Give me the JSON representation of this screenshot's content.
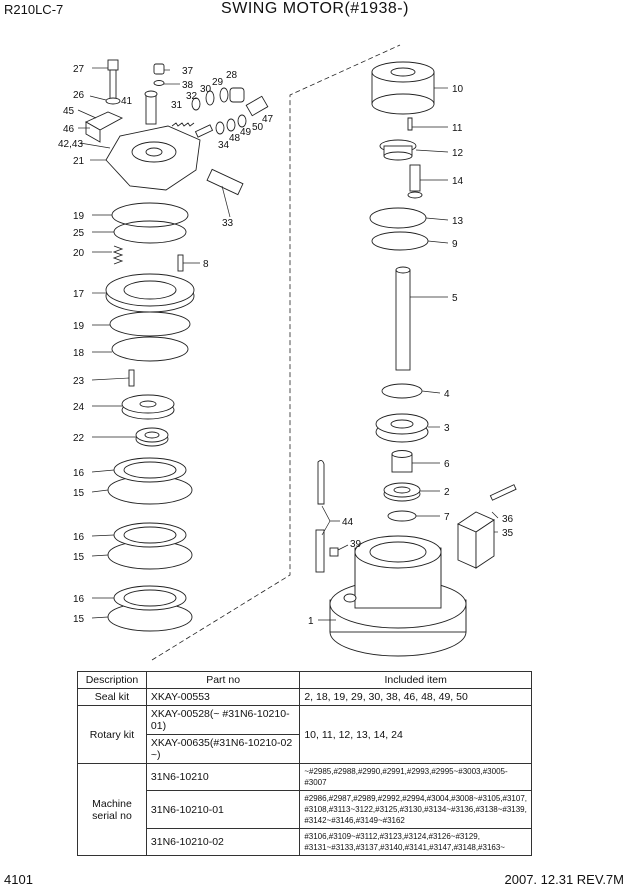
{
  "header": {
    "model": "R210LC-7",
    "title": "SWING MOTOR(#1938-)"
  },
  "footer": {
    "page": "4101",
    "date_rev": "2007. 12.31  REV.7M"
  },
  "callouts": {
    "c27": "27",
    "c37": "37",
    "c38": "38",
    "c26": "26",
    "c41": "41",
    "c30": "30",
    "c29": "29",
    "c28": "28",
    "c32": "32",
    "c31": "31",
    "c45": "45",
    "c47": "47",
    "c46": "46",
    "c48": "48",
    "c49": "49",
    "c50": "50",
    "c42_43": "42,43",
    "c34": "34",
    "c21": "21",
    "c33": "33",
    "c19a": "19",
    "c25": "25",
    "c20": "20",
    "c8": "8",
    "c17": "17",
    "c19b": "19",
    "c18": "18",
    "c23": "23",
    "c24": "24",
    "c22": "22",
    "c16a": "16",
    "c15a": "15",
    "c16b": "16",
    "c15b": "15",
    "c16c": "16",
    "c15c": "15",
    "c10": "10",
    "c11": "11",
    "c12": "12",
    "c14": "14",
    "c13": "13",
    "c9": "9",
    "c5": "5",
    "c4": "4",
    "c3": "3",
    "c6": "6",
    "c2": "2",
    "c7": "7",
    "c44": "44",
    "c36": "36",
    "c35": "35",
    "c39": "39",
    "c1": "1"
  },
  "kit_table": {
    "headers": {
      "description": "Description",
      "part_no": "Part no",
      "included": "Included item"
    },
    "seal": {
      "description": "Seal kit",
      "part_no": "XKAY-00553",
      "included": "2, 18, 19, 29, 30, 38, 46, 48, 49, 50"
    },
    "rotary": {
      "description": "Rotary kit",
      "part_no_1": "XKAY-00528(~ #31N6-10210-01)",
      "part_no_2": "XKAY-00635(#31N6-10210-02 ~)",
      "included": "10, 11, 12, 13, 14, 24"
    },
    "serial": {
      "description_1": "Machine",
      "description_2": "serial no",
      "row1_part": "31N6-10210",
      "row1_items": "~#2985,#2988,#2990,#2991,#2993,#2995~#3003,#3005-#3007",
      "row2_part": "31N6-10210-01",
      "row2_items_1": "#2986,#2987,#2989,#2992,#2994,#3004,#3008~#3105,#3107,",
      "row2_items_2": "#3108,#3113~3122,#3125,#3130,#3134~#3136,#3138~#3139,",
      "row2_items_3": "#3142~#3146,#3149~#3162",
      "row3_part": "31N6-10210-02",
      "row3_items_1": "#3106,#3109~#3112,#3123,#3124,#3126~#3129,",
      "row3_items_2": "#3131~#3133,#3137,#3140,#3141,#3147,#3148,#3163~"
    }
  }
}
